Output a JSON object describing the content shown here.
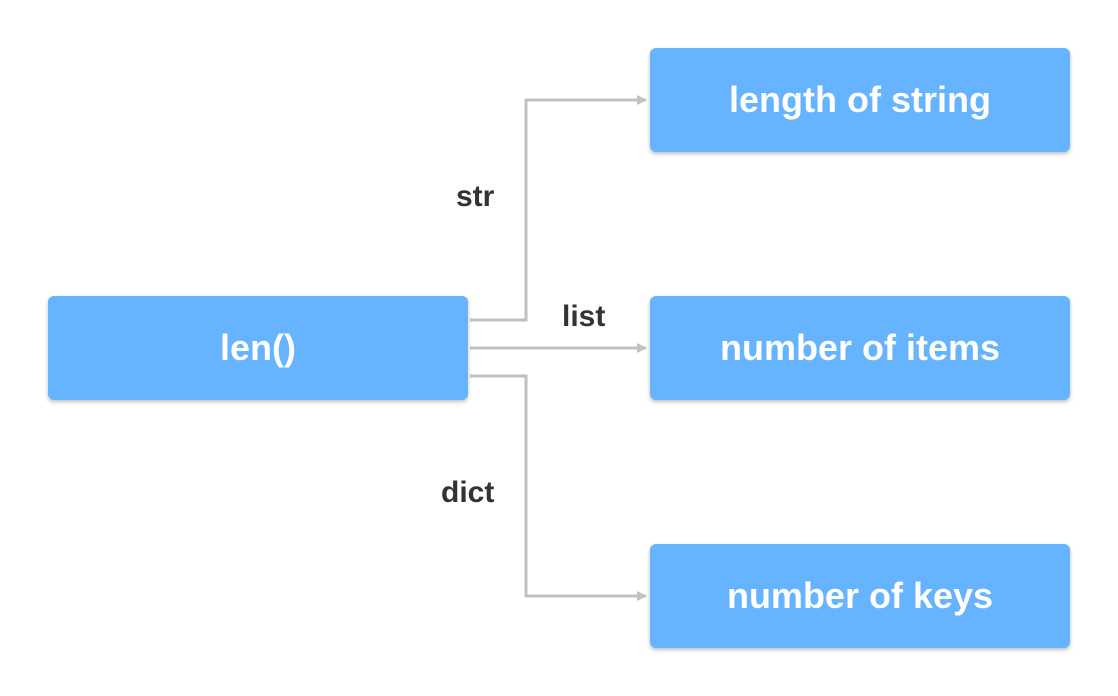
{
  "diagram": {
    "source": {
      "label": "len()"
    },
    "targets": [
      {
        "edge_label": "str",
        "label": "length of string"
      },
      {
        "edge_label": "list",
        "label": "number of items"
      },
      {
        "edge_label": "dict",
        "label": "number of keys"
      }
    ]
  },
  "colors": {
    "node_fill": "#66b3ff",
    "node_text": "#ffffff",
    "connector": "#c0c0c0",
    "edge_label_text": "#333333"
  }
}
